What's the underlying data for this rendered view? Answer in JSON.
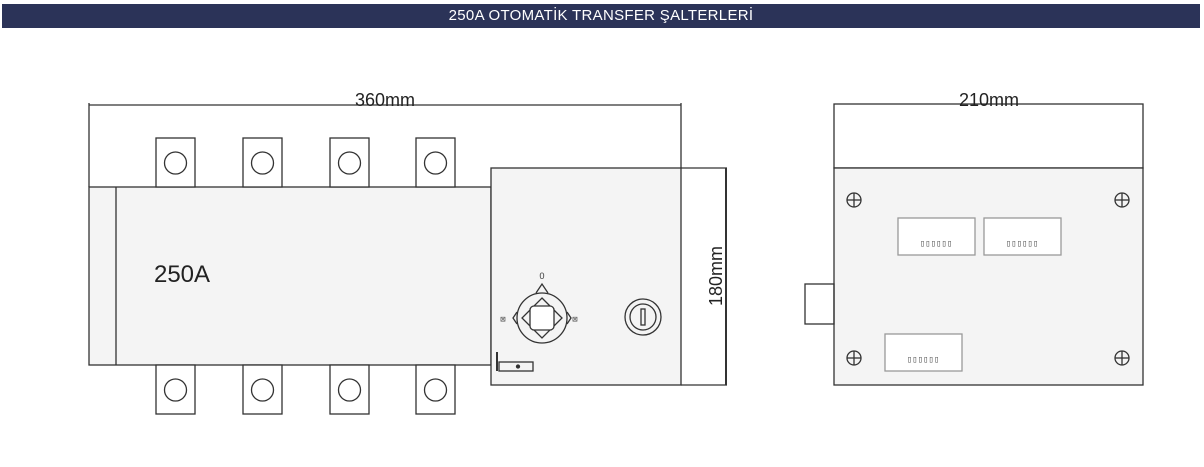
{
  "header": {
    "title": "250A OTOMATİK TRANSFER ŞALTERLERİ"
  },
  "colors": {
    "header_bg": "#2b3358",
    "header_text": "#ffffff",
    "line": "#333333",
    "face": "#f4f4f4"
  },
  "front_view": {
    "width_label": "360mm",
    "height_label": "180mm",
    "rating_label": "250A",
    "selector_top_mark": "O",
    "selector_left_mark": "⊠",
    "selector_right_mark": "⊠"
  },
  "side_view": {
    "width_label": "210mm",
    "terminal_block_1": "▯▯▯▯▯▯",
    "terminal_block_2": "▯▯▯▯▯▯",
    "terminal_block_3": "▯▯▯▯▯▯"
  }
}
